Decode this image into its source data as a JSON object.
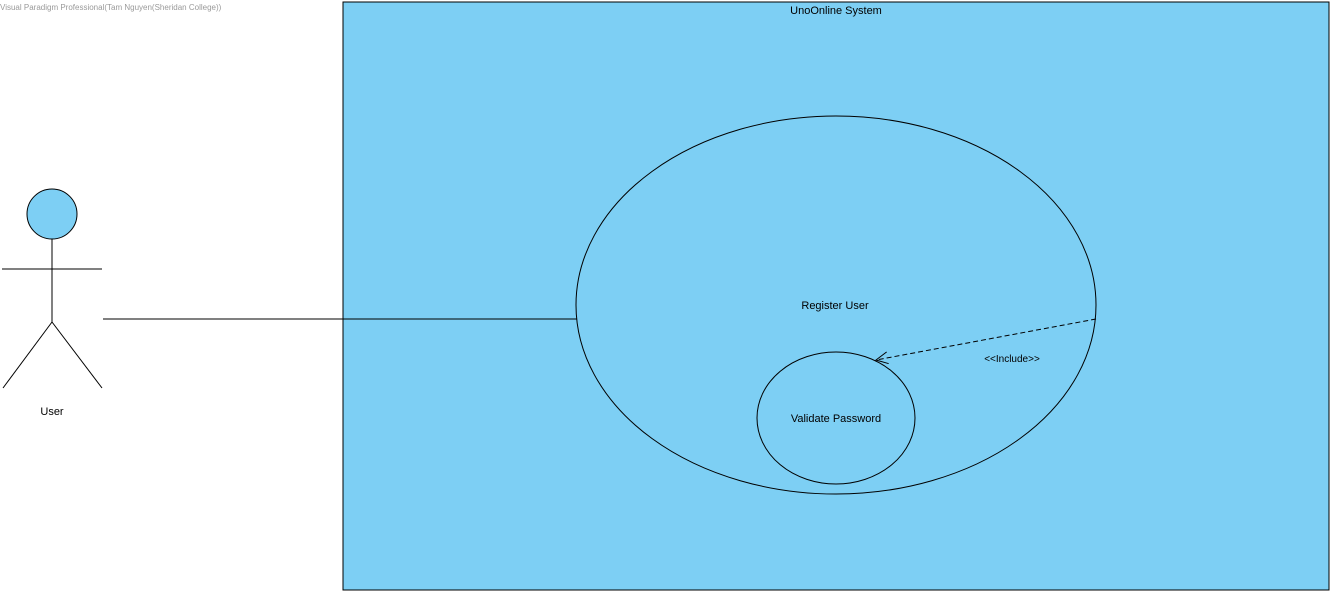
{
  "watermark": "Visual Paradigm Professional(Tam Nguyen(Sheridan College))",
  "system": {
    "name": "UnoOnline System"
  },
  "actor": {
    "name": "User"
  },
  "use_cases": {
    "register": "Register User",
    "validate": "Validate Password"
  },
  "relationships": {
    "include_label": "<<Include>>"
  },
  "colors": {
    "fill": "#7dcff4",
    "stroke": "#000000"
  }
}
